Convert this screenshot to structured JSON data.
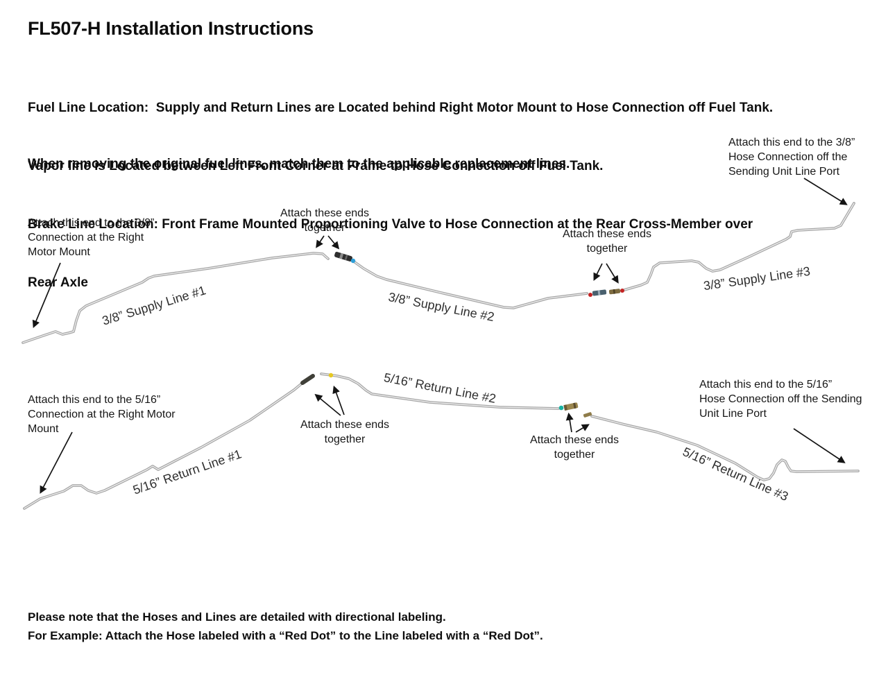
{
  "header": {
    "title": "FL507-H Installation Instructions",
    "location_lines": [
      "Fuel Line Location:  Supply and Return Lines are Located behind Right Motor Mount to Hose Connection off Fuel Tank.",
      "Vapor line is Located between Left Front Corner at Frame to Hose Connection off Fuel Tank.",
      "Brake Line Location: Front Frame Mounted Proportioning Valve to Hose Connection at the Rear Cross-Member over",
      "Rear Axle"
    ],
    "note": "When removing the original fuel lines, match them to the applicable replacement lines."
  },
  "supply_diagram": {
    "line1_label": "3/8” Supply Line #1",
    "line2_label": "3/8” Supply Line #2",
    "line3_label": "3/8” Supply Line #3",
    "left_annotation": [
      "Attach this end to the 3/8”",
      "Connection at the Right",
      "Motor Mount"
    ],
    "join1_annotation": [
      "Attach these ends",
      "together"
    ],
    "join2_annotation": [
      "Attach these ends",
      "together"
    ],
    "right_annotation": [
      "Attach this end to the 3/8”",
      "Hose Connection off the",
      "Sending Unit Line Port"
    ]
  },
  "return_diagram": {
    "line1_label": "5/16” Return Line #1",
    "line2_label": "5/16” Return Line #2",
    "line3_label": "5/16” Return Line #3",
    "left_annotation": [
      "Attach this end to the 5/16”",
      "Connection at the Right Motor",
      "Mount"
    ],
    "join1_annotation": [
      "Attach these ends",
      "together"
    ],
    "join2_annotation": [
      "Attach these ends",
      "together"
    ],
    "right_annotation": [
      "Attach this end to the 5/16”",
      "Hose Connection off the Sending",
      "Unit Line Port"
    ]
  },
  "footer": {
    "lines": [
      "Please note that the Hoses and Lines are detailed with directional labeling.",
      "For Example: Attach the Hose labeled with a “Red Dot” to the Line labeled with a “Red Dot”."
    ]
  },
  "markers": {
    "blue_dot": "#2e9fd8",
    "red_dot": "#c32323",
    "yellow_dot": "#e6c822",
    "teal_dot": "#19b3a2"
  }
}
